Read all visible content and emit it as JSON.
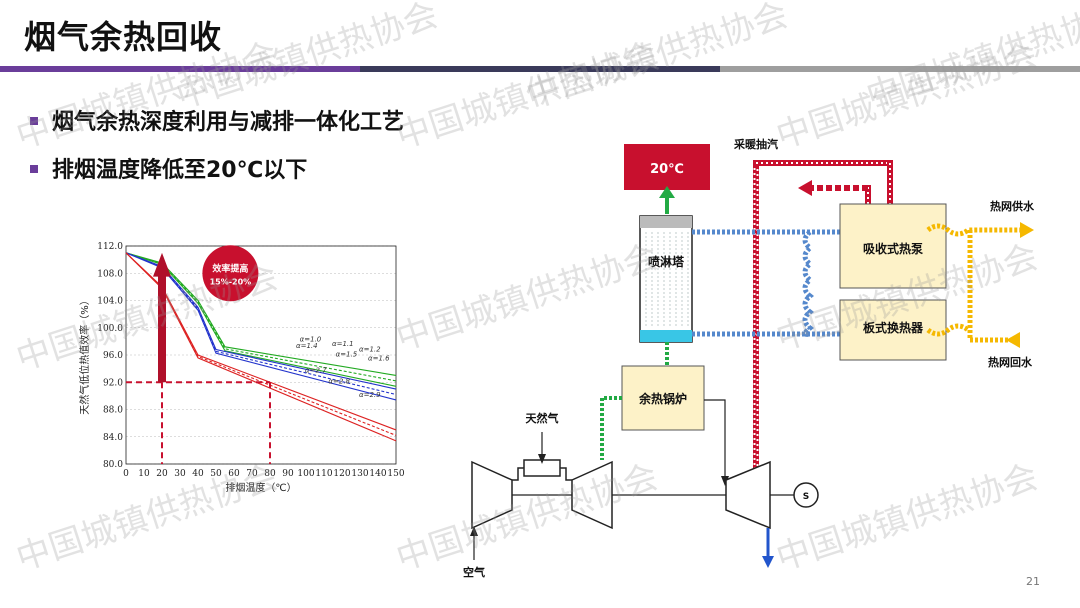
{
  "slide": {
    "title": "烟气余热回收",
    "page_number": "21",
    "accent_colors": [
      "#6a3d9a",
      "#3a3a5a",
      "#9e9e9e"
    ]
  },
  "bullets": [
    {
      "text": "烟气余热深度利用与减排一体化工艺"
    },
    {
      "text": "排烟温度降低至20℃以下"
    }
  ],
  "watermark": "中国城镇供热协会",
  "chart_data": {
    "type": "line",
    "xlabel": "排烟温度（℃）",
    "ylabel": "天然气低位热值效率（%）",
    "xlim": [
      0,
      150
    ],
    "ylim": [
      80,
      112
    ],
    "x_ticks": [
      "0",
      "10",
      "20",
      "30",
      "40",
      "50",
      "60",
      "70",
      "80",
      "90",
      "100",
      "110",
      "120",
      "130",
      "140",
      "150"
    ],
    "y_ticks": [
      "80.0",
      "84.0",
      "88.0",
      "92.0",
      "96.0",
      "100.0",
      "104.0",
      "108.0",
      "112.0"
    ],
    "series_labels": [
      "α=1.0",
      "α=1.1",
      "α=1.2",
      "α=1.4",
      "α=1.5",
      "α=1.6",
      "α=2.7",
      "α=2.8",
      "α=2.9"
    ],
    "series": [
      {
        "name": "α=1.0",
        "color": "#22aa22",
        "x": [
          0,
          20,
          40,
          55,
          150
        ],
        "y": [
          111,
          109.5,
          104,
          97.2,
          93
        ]
      },
      {
        "name": "α=1.4",
        "color": "#2233cc",
        "x": [
          0,
          20,
          40,
          50,
          150
        ],
        "y": [
          111,
          109,
          103,
          96.8,
          91
        ]
      },
      {
        "name": "α=2.7",
        "color": "#dd2222",
        "x": [
          0,
          20,
          40,
          150
        ],
        "y": [
          111,
          106,
          96,
          85
        ]
      }
    ],
    "annotation": {
      "text": "效率提高\n15%-20%",
      "line1": "效率提高",
      "line2": "15%-20%"
    },
    "guides": {
      "y": 92,
      "x_from": 20,
      "x_to": 80
    }
  },
  "diagram": {
    "labels": {
      "temp": "20℃",
      "spray_tower": "喷淋塔",
      "waste_heat_boiler": "余热锅炉",
      "absorption_heat_pump": "吸收式热泵",
      "plate_exchanger": "板式换热器",
      "heating_extraction": "采暖抽汽",
      "supply_water": "热网供水",
      "return_water": "热网回水",
      "natural_gas": "天然气",
      "air": "空气",
      "generator": "S"
    }
  }
}
